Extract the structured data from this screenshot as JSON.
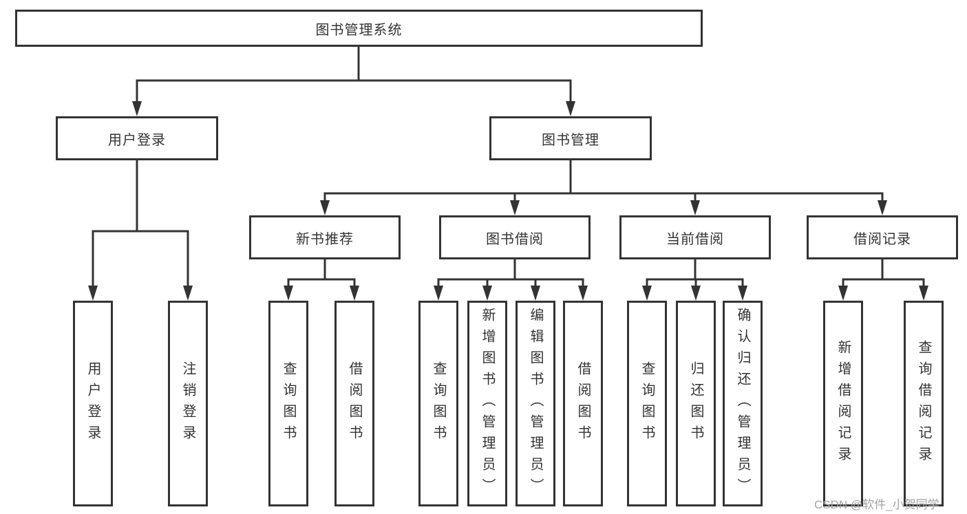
{
  "colors": {
    "line": "#333333",
    "text": "#333333",
    "box_background": "#ffffff",
    "watermark": "#a3a3a3",
    "background": "#ffffff"
  },
  "tree": {
    "label": "图书管理系统",
    "children": [
      {
        "label": "用户登录",
        "children": [
          {
            "label": "用户登录"
          },
          {
            "label": "注销登录"
          }
        ]
      },
      {
        "label": "图书管理",
        "children": [
          {
            "label": "新书推荐",
            "children": [
              {
                "label": "查询图书"
              },
              {
                "label": "借阅图书"
              }
            ]
          },
          {
            "label": "图书借阅",
            "children": [
              {
                "label": "查询图书"
              },
              {
                "label": "新增图书（管理员）"
              },
              {
                "label": "编辑图书（管理员）"
              },
              {
                "label": "借阅图书"
              }
            ]
          },
          {
            "label": "当前借阅",
            "children": [
              {
                "label": "查询图书"
              },
              {
                "label": "归还图书"
              },
              {
                "label": "确认归还（管理员）"
              }
            ]
          },
          {
            "label": "借阅记录",
            "children": [
              {
                "label": "新增借阅记录"
              },
              {
                "label": "查询借阅记录"
              }
            ]
          }
        ]
      }
    ]
  },
  "watermark": {
    "text": "CSDN @软件_小贺同学"
  }
}
